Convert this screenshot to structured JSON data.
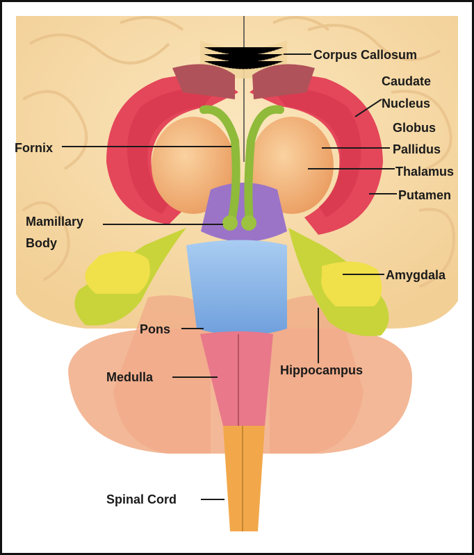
{
  "labels": {
    "corpus_callosum": "Corpus Callosum",
    "caudate": "Caudate",
    "nucleus": "Nucleus",
    "globus": "Globus",
    "pallidus": "Pallidus",
    "thalamus": "Thalamus",
    "putamen": "Putamen",
    "fornix": "Fornix",
    "mamillary": "Mamillary",
    "body": "Body",
    "amygdala": "Amygdala",
    "pons": "Pons",
    "medulla": "Medulla",
    "hippocampus": "Hippocampus",
    "spinal_cord": "Spinal Cord"
  },
  "colors": {
    "cortex": "#f6d9a6",
    "cerebellum": "#f3b897",
    "caudate_red": "#e4465a",
    "thalamus_orange": "#f3b276",
    "fornix_green": "#8fba3a",
    "amygdala_yellow": "#f0e04a",
    "hippocampus_green": "#c8d43a",
    "pons_blue": "#86b4e8",
    "midbrain_purple": "#9b74c8",
    "medulla_pink": "#e8788a",
    "spinal_orange": "#f2a84a"
  }
}
